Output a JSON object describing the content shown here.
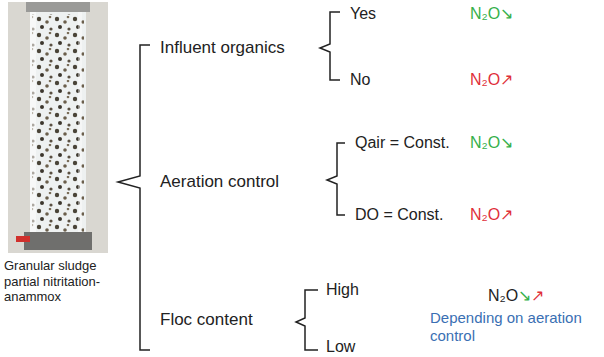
{
  "diagram": {
    "labels": [
      "Granular sludge partial nitritation-anammox",
      "Influent organics",
      "Yes",
      "N₂O↘",
      "No",
      "N₂O↗",
      "Aeration control",
      "Qair = Const.",
      "N₂O↘",
      "DO = Const.",
      "N₂O↗",
      "Floc content",
      "High",
      "Low",
      "N₂O",
      "↘",
      "↗",
      "Depending on aeration control"
    ]
  }
}
